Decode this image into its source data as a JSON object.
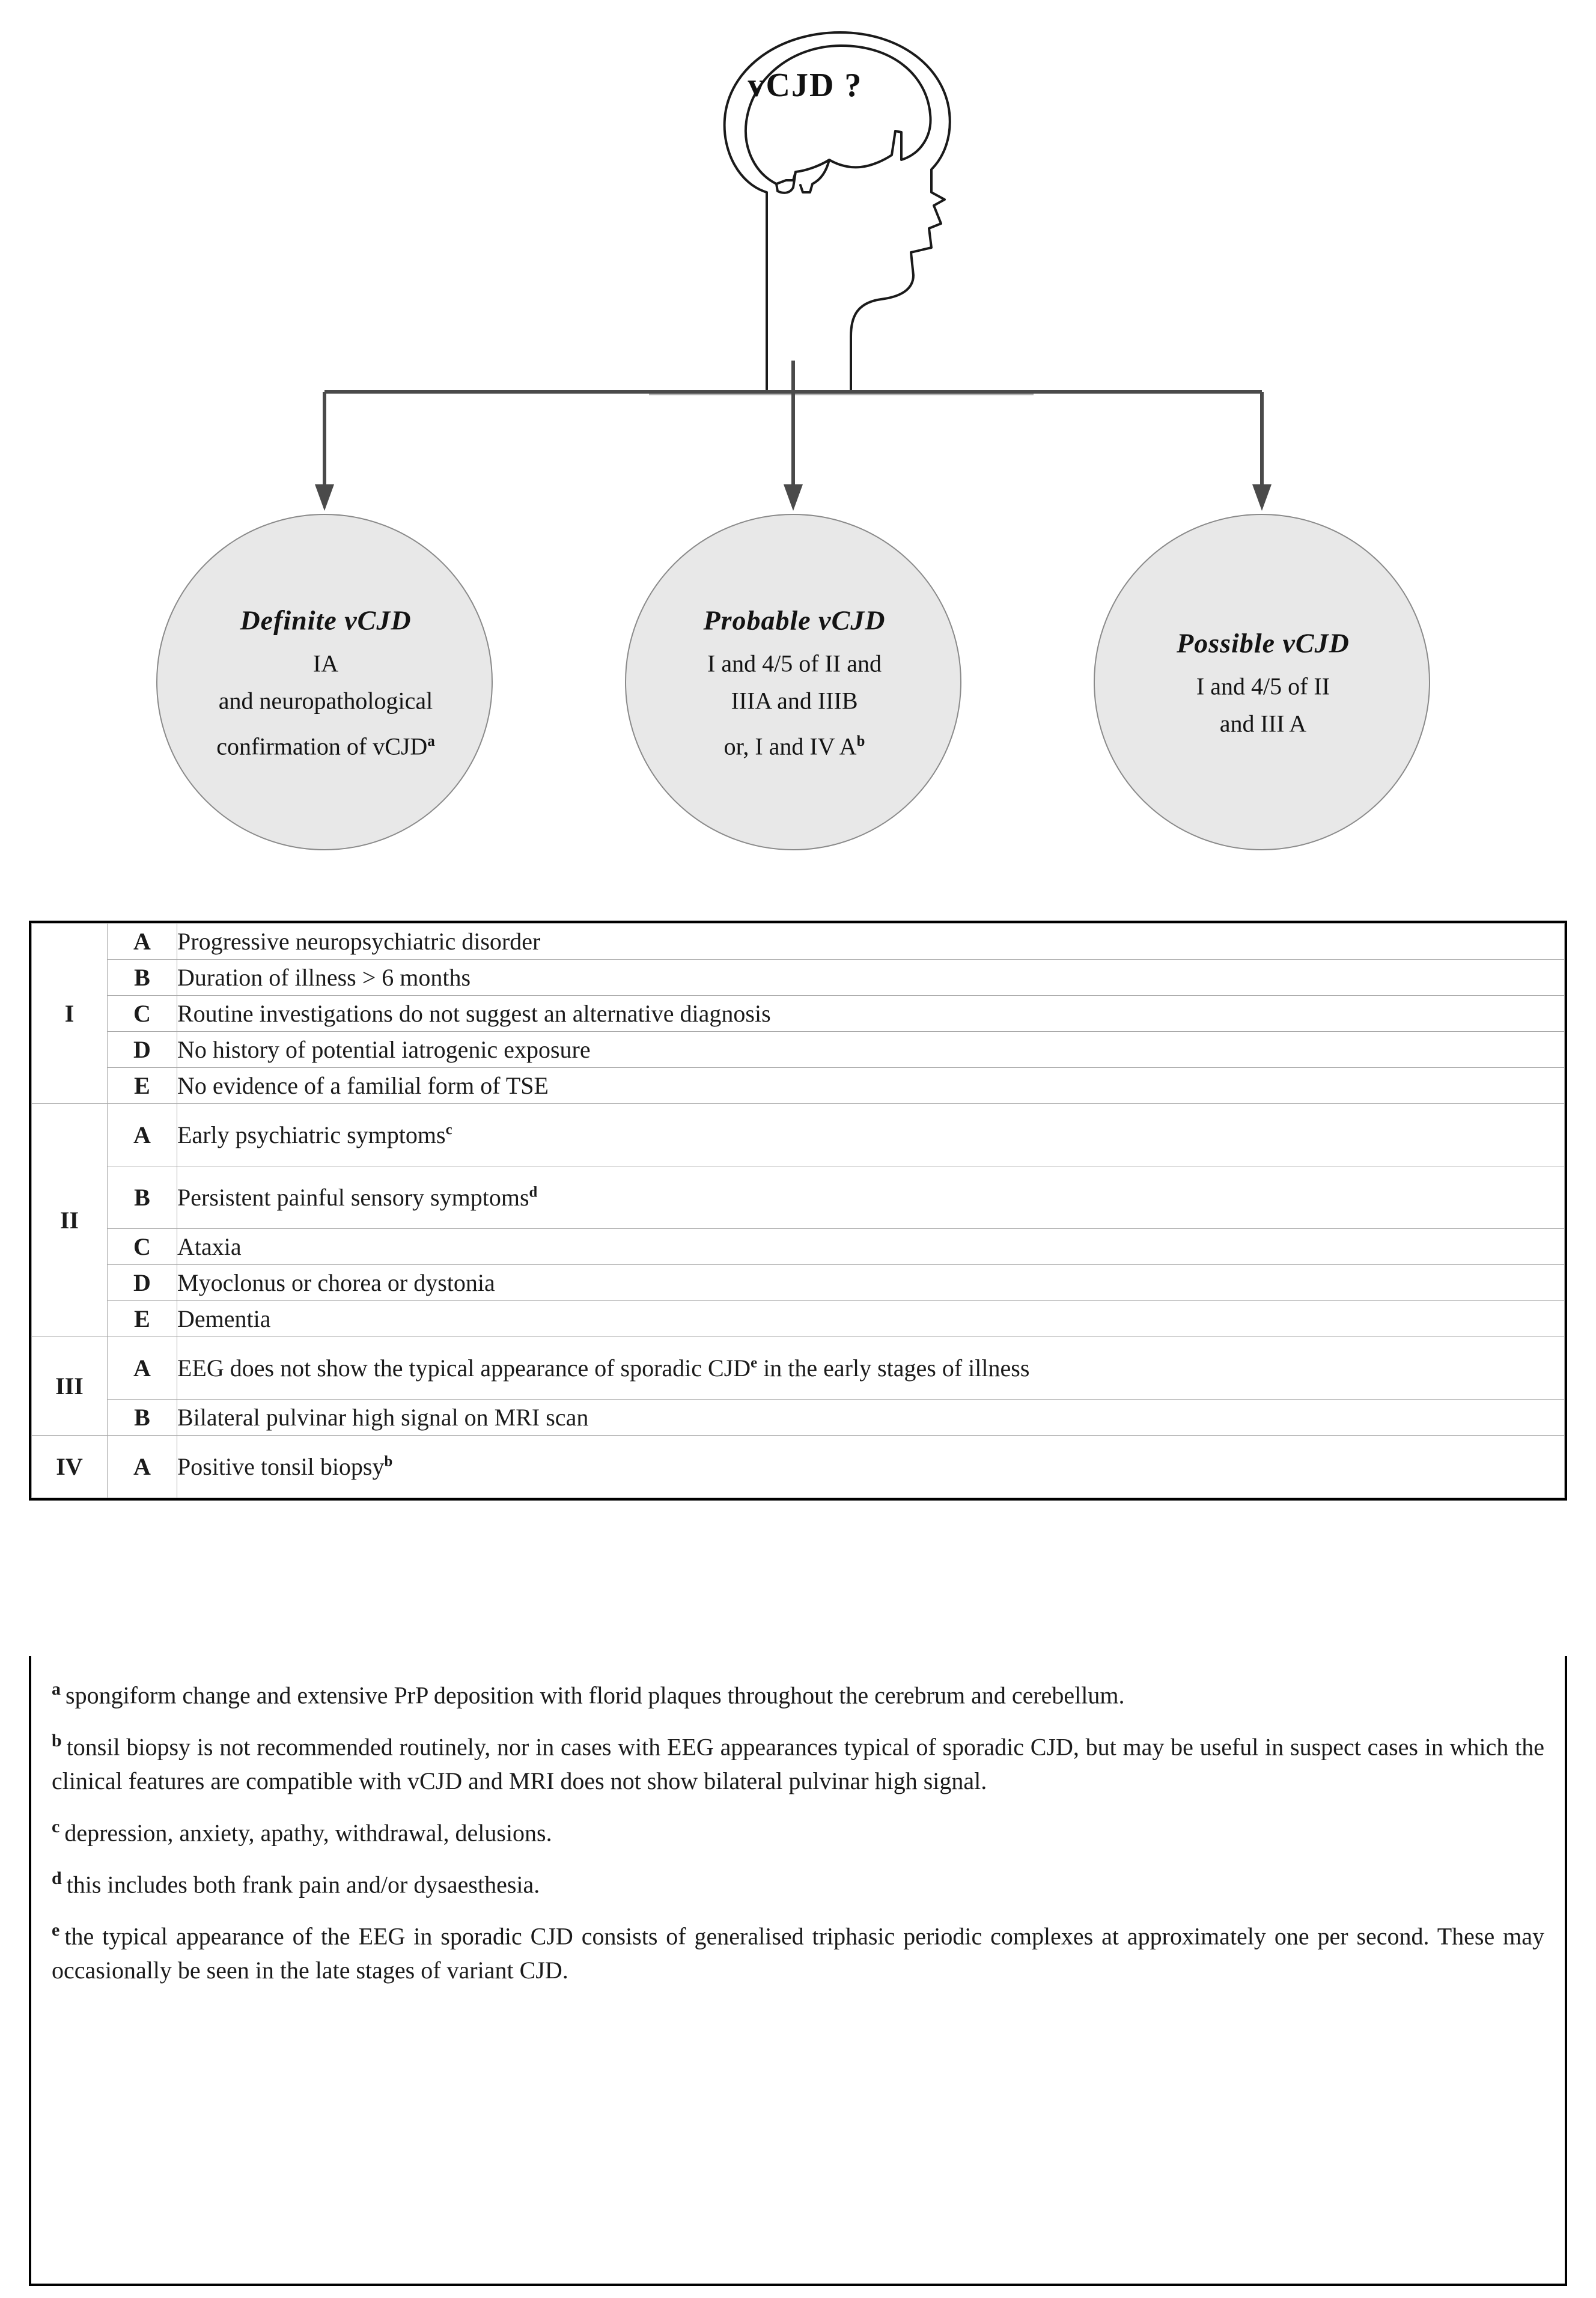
{
  "diagram": {
    "head": {
      "label": "vCJD  ?",
      "icon": "head-silhouette-icon"
    },
    "connector": {
      "icon": "arrow-down-icon",
      "count": 3
    },
    "nodes": [
      {
        "id": "definite",
        "title": "Definite  vCJD",
        "lines": [
          "IA",
          "and neuropathological",
          "confirmation of  vCJD"
        ],
        "superscript": "a",
        "fill": "#e8e8e8",
        "stroke": "#8a8a8a"
      },
      {
        "id": "probable",
        "title": "Probable  vCJD",
        "lines": [
          "I and 4/5 of II and",
          "IIIA and IIIB",
          "or, I and IV A"
        ],
        "superscript": "b",
        "fill": "#e8e8e8",
        "stroke": "#8a8a8a"
      },
      {
        "id": "possible",
        "title": "Possible  vCJD",
        "lines": [
          "I and 4/5 of II",
          "and III A"
        ],
        "superscript": "",
        "fill": "#e8e8e8",
        "stroke": "#8a8a8a"
      }
    ]
  },
  "criteria": {
    "sections": [
      {
        "roman": "I",
        "rows": [
          {
            "letter": "A",
            "text": "Progressive neuropsychiatric disorder",
            "sup": "",
            "tall": false
          },
          {
            "letter": "B",
            "text": "Duration of illness > 6 months",
            "sup": "",
            "tall": false
          },
          {
            "letter": "C",
            "text": "Routine investigations do not suggest  an alternative diagnosis",
            "sup": "",
            "tall": false
          },
          {
            "letter": "D",
            "text": "No history of potential iatrogenic exposure",
            "sup": "",
            "tall": false
          },
          {
            "letter": "E",
            "text": "No evidence of  a familial form of TSE",
            "sup": "",
            "tall": false
          }
        ]
      },
      {
        "roman": "II",
        "rows": [
          {
            "letter": "A",
            "text": "Early psychiatric symptoms",
            "sup": "c",
            "tall": true
          },
          {
            "letter": "B",
            "text": "Persistent painful sensory symptoms",
            "sup": "d",
            "tall": true
          },
          {
            "letter": "C",
            "text": "Ataxia",
            "sup": "",
            "tall": false
          },
          {
            "letter": "D",
            "text": "Myoclonus or chorea or dystonia",
            "sup": "",
            "tall": false
          },
          {
            "letter": "E",
            "text": "Dementia",
            "sup": "",
            "tall": false
          }
        ]
      },
      {
        "roman": "III",
        "rows": [
          {
            "letter": "A",
            "text": "EEG  does not show the typical appearance of sporadic CJD",
            "sup": "e",
            "tail": " in the early stages of illness",
            "tall": true
          },
          {
            "letter": "B",
            "text": "Bilateral pulvinar high signal on MRI scan",
            "sup": "",
            "tall": false
          }
        ]
      },
      {
        "roman": "IV",
        "rows": [
          {
            "letter": "A",
            "text": "Positive tonsil biopsy",
            "sup": "b",
            "tall": true
          }
        ]
      }
    ]
  },
  "footnotes": [
    {
      "marker": "a",
      "text": "spongiform change and extensive PrP deposition with florid plaques throughout the cerebrum and cerebellum."
    },
    {
      "marker": "b",
      "text": "tonsil biopsy is not recommended routinely, nor in cases with EEG  appearances typical of sporadic CJD,  but may be useful in suspect cases in which the clinical features are compatible with vCJD and MRI does not show bilateral pulvinar high signal."
    },
    {
      "marker": "c",
      "text": "depression, anxiety, apathy, withdrawal, delusions."
    },
    {
      "marker": "d",
      "text": "this includes both frank pain and/or dysaesthesia."
    },
    {
      "marker": "e",
      "text": "the typical appearance of the EEG  in sporadic CJD  consists of  generalised triphasic periodic complexes at approximately one per second. These may occasionally be seen in the late stages of variant CJD."
    }
  ]
}
